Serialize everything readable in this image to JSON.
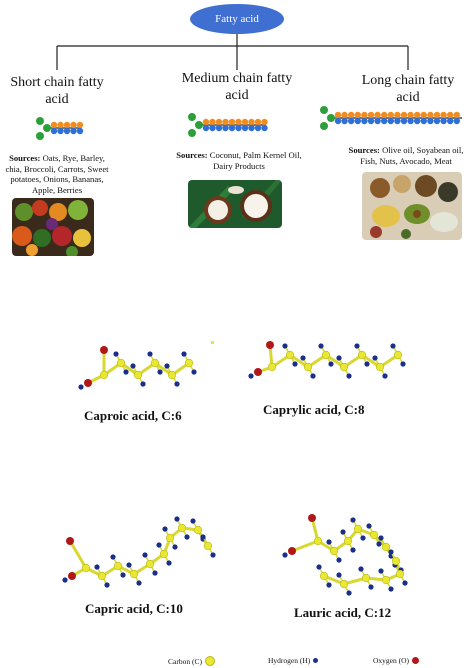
{
  "root": {
    "label": "Fatty acid"
  },
  "categories": [
    {
      "title_line1": "Short chain fatty",
      "title_line2": "acid",
      "sources_label": "Sources:",
      "sources_text": "Oats, Rye, Barley, chia, Broccoli, Carrots, Sweet potatoes, Onions, Bananas, Apple, Berries"
    },
    {
      "title_line1": "Medium chain fatty",
      "title_line2": "acid",
      "sources_label": "Sources:",
      "sources_text": "Coconut, Palm Kernel Oil, Dairy Products"
    },
    {
      "title_line1": "Long chain fatty",
      "title_line2": "acid",
      "sources_label": "Sources:",
      "sources_text": "Olive oil, Soyabean oil, Fish, Nuts, Avocado, Meat"
    }
  ],
  "molecules": [
    {
      "label": "Caproic acid, C:6"
    },
    {
      "label": "Caprylic acid, C:8"
    },
    {
      "label": "Capric acid, C:10"
    },
    {
      "label": "Lauric acid, C:12"
    }
  ],
  "legend": [
    {
      "label": "Carbon (C)",
      "color": "#e8e832"
    },
    {
      "label": "Hydrogen (H)",
      "color": "#1a2f8a"
    },
    {
      "label": "Oxygen (O)",
      "color": "#b01818"
    }
  ],
  "colors": {
    "root_fill": "#3f6fd1",
    "chain_orange": "#f28c1e",
    "chain_blue": "#2f6fd6",
    "head_green": "#2e9e3a"
  }
}
